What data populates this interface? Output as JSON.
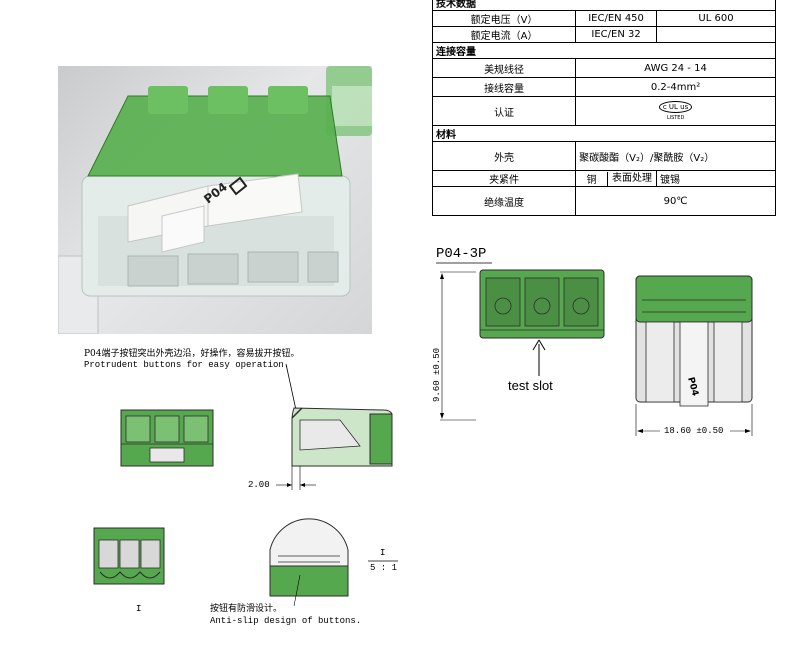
{
  "spec": {
    "tech_header": "技术数据",
    "rated_voltage": {
      "label": "额定电压（V）",
      "iec": "IEC/EN 450",
      "ul": "UL 600"
    },
    "rated_current": {
      "label": "额定电流（A）",
      "iec": "IEC/EN 32"
    },
    "capacity_header": "连接容量",
    "wire_gauge": {
      "label": "美规线径",
      "value": "AWG 24 - 14"
    },
    "wire_capacity": {
      "label": "接线容量",
      "value": "0.2-4mm²"
    },
    "certification": {
      "label": "认证",
      "mark": "c UL us",
      "mark_sub": "LISTED"
    },
    "material_header": "材料",
    "housing": {
      "label": "外壳",
      "value": "聚碳酸酯（V₂）/聚酰胺（V₂）"
    },
    "clamp": {
      "label": "夹紧件",
      "material": "铜",
      "treatment_label": "表面处理",
      "treatment": "镀锡"
    },
    "insulation_temp": {
      "label": "绝缘温度",
      "value": "90℃"
    }
  },
  "photo": {
    "model_mark": "P04"
  },
  "notes": {
    "buttons_cn": "P04端子按钮突出外壳边沿，好操作，容易拔开按钮。",
    "buttons_en": "Protrudent buttons for easy operation.",
    "dim_button": "2.00",
    "view_label": "I",
    "scale_top": "I",
    "scale_bottom": "5 : 1",
    "antislip_cn": "按钮有防滑设计。",
    "antislip_en": "Anti-slip design of buttons."
  },
  "drawing": {
    "model": "P04-3P",
    "test_slot": "test slot",
    "height_dim": "9.60 ±0.50",
    "width_dim": "18.60 ±0.50",
    "logo_text": "P04"
  },
  "colors": {
    "green": "#3f9a3a",
    "green_dark": "#2f6e2b",
    "outline": "#2d2d2d"
  }
}
